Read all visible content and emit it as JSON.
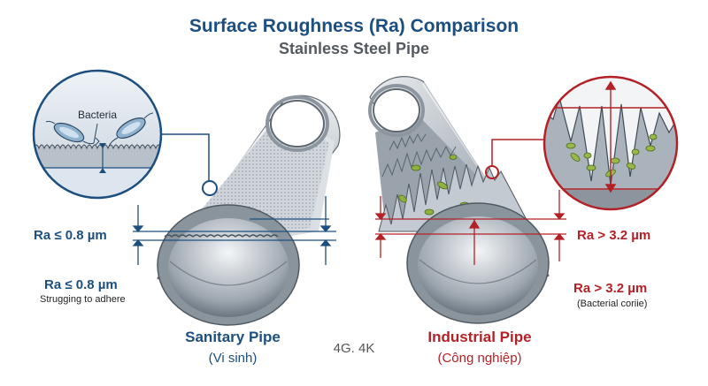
{
  "title": "Surface Roughness (Ra) Comparison",
  "subtitle": "Stainless Steel Pipe",
  "sanitary": {
    "inset_label": "Bacteria",
    "ra_callout": "Ra ≤ 0.8 µm",
    "ra_text": "Ra ≤ 0.8 µm",
    "ra_note": "Strugging to adhere",
    "name": "Sanitary Pipe",
    "name_local": "(Vi sinh)",
    "color": "#1c4f80"
  },
  "industrial": {
    "ra_callout": "Ra > 3.2 µm",
    "ra_text": "Ra > 3.2 µm",
    "ra_note": "(Bacterial coriie)",
    "name": "Industrial Pipe",
    "name_local": "(Công nghiệp)",
    "color": "#b32127"
  },
  "center_label": "4G. 4K"
}
